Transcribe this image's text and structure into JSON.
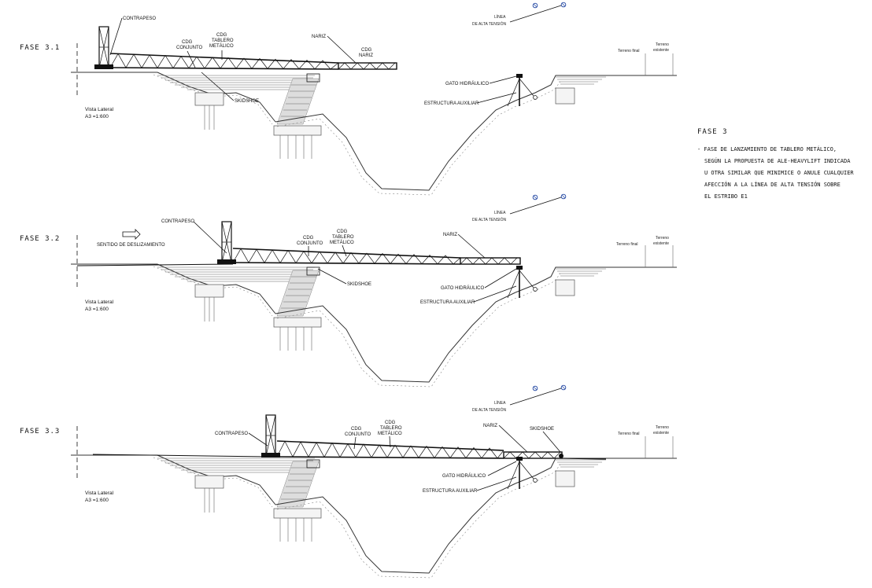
{
  "phases": [
    {
      "id": "3.1",
      "title": "FASE 3.1",
      "view_label": "Vista Lateral",
      "scale_label": "A3 =1:600",
      "labels": {
        "contrapeso": "CONTRAPESO",
        "cdg_conjunto": "CDG\nCONJUNTO",
        "cdg_tablero": "CDG\nTABLERO\nMETÁLICO",
        "nariz": "NARIZ",
        "cdg_nariz": "CDG\nNARIZ",
        "skidshoe": "SKIDSHOE",
        "gato": "GATO HIDRÁULICO",
        "estructura": "ESTRUCTURA AUXILIAR",
        "linea": "LÍNEA\nDE ALTA TENSIÓN",
        "terreno_final": "Terreno final",
        "terreno_existente": "Terreno\nexistente"
      }
    },
    {
      "id": "3.2",
      "title": "FASE 3.2",
      "view_label": "Vista Lateral",
      "scale_label": "A3 =1:600",
      "labels": {
        "contrapeso": "CONTRAPESO",
        "sentido": "SENTIDO DE DESLIZAMIENTO",
        "cdg_conjunto": "CDG\nCONJUNTO",
        "cdg_tablero": "CDG\nTABLERO\nMETÁLICO",
        "nariz": "NARIZ",
        "skidshoe": "SKIDSHOE",
        "gato": "GATO HIDRÁULICO",
        "estructura": "ESTRUCTURA AUXILIAR",
        "linea": "LÍNEA\nDE ALTA TENSIÓN",
        "terreno_final": "Terreno final",
        "terreno_existente": "Terreno\nexistente"
      }
    },
    {
      "id": "3.3",
      "title": "FASE 3.3",
      "view_label": "Vista Lateral",
      "scale_label": "A3 =1:600",
      "labels": {
        "contrapeso": "CONTRAPESO",
        "cdg_conjunto": "CDG\nCONJUNTO",
        "cdg_tablero": "CDG\nTABLERO\nMETÁLICO",
        "nariz": "NARIZ",
        "skidshoe": "SKIDSHOE",
        "gato": "GATO HIDRÁULICO",
        "estructura": "ESTRUCTURA AUXILIAR",
        "linea": "LÍNEA\nDE ALTA TENSIÓN",
        "terreno_final": "Terreno final",
        "terreno_existente": "Terreno\nexistente"
      }
    }
  ],
  "notes": {
    "heading": "FASE 3",
    "lines": [
      "- FASE DE LANZAMIENTO DE TABLERO METÁLICO,",
      "SEGÚN LA PROPUESTA DE ALE-HEAVYLIFT INDICADA",
      "U OTRA SIMILAR QUE MINIMICE O ANULE CUALQUIER",
      "AFECCIÓN A LA LÍNEA DE ALTA TENSIÓN SOBRE",
      "EL ESTRIBO E1"
    ]
  },
  "colors": {
    "ink": "#111111",
    "ground": "#333333",
    "hatch": "#888888",
    "line_marker": "#3355aa"
  }
}
